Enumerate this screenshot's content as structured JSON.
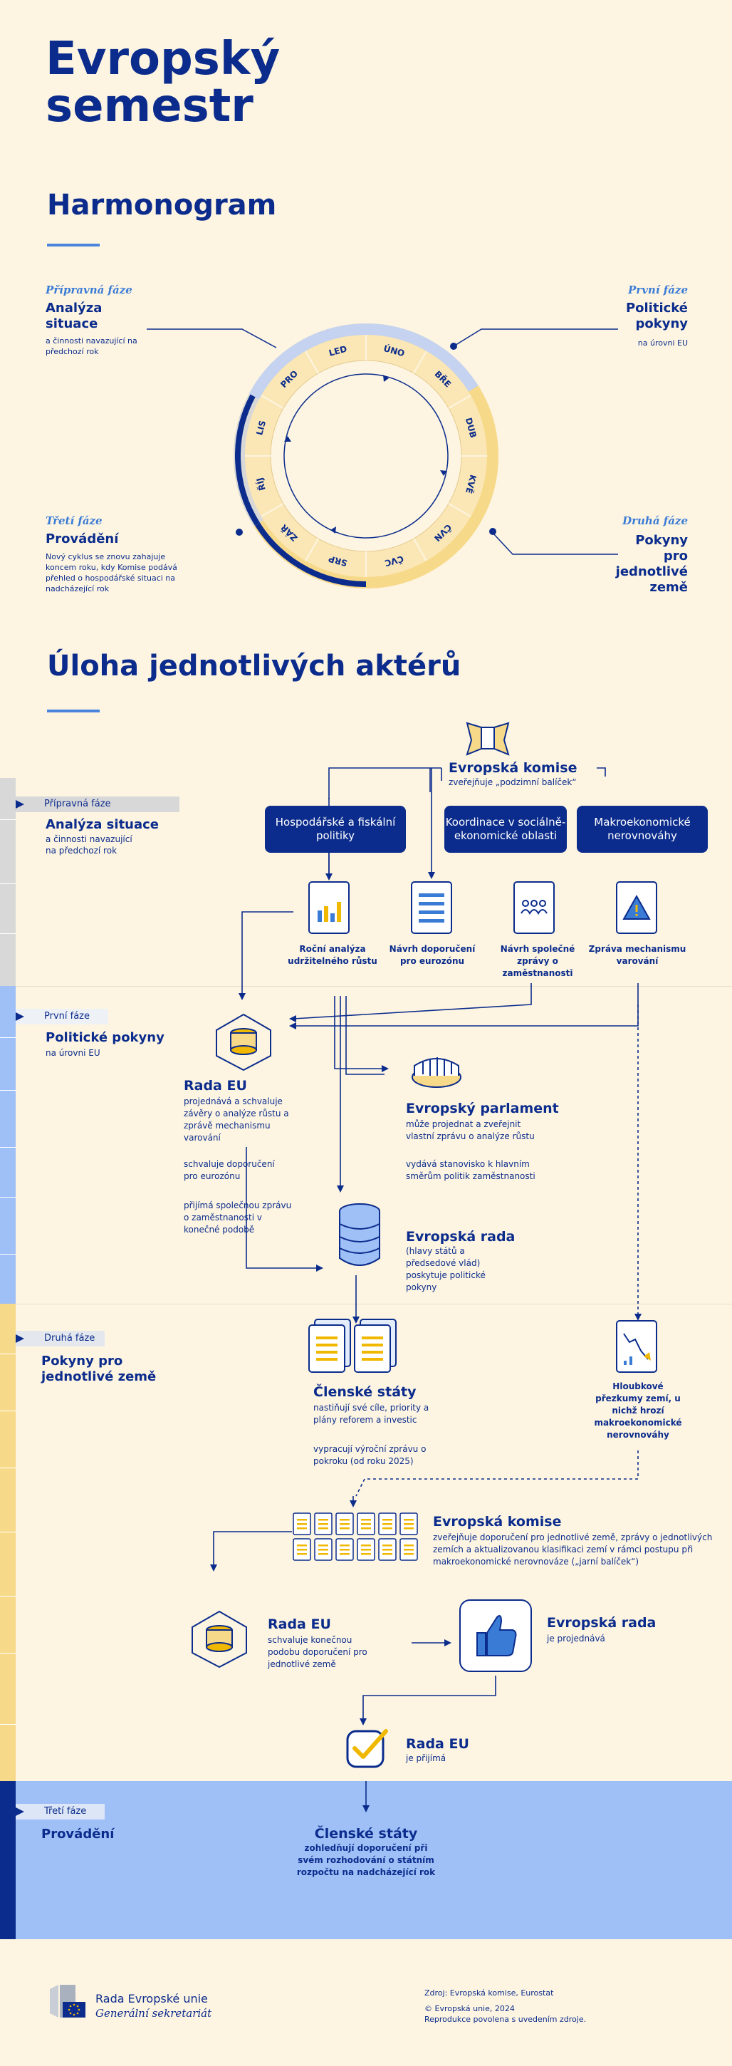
{
  "header": {
    "title_line1": "Evropský",
    "title_line2": "semestr"
  },
  "timeline": {
    "title": "Harmonogram",
    "months": [
      "LED",
      "ÚNO",
      "BŘE",
      "DUB",
      "KVĚ",
      "ČVN",
      "ČVC",
      "SRP",
      "ZÁŘ",
      "ŘÍJ",
      "LIS",
      "PRO"
    ],
    "prep": {
      "label": "Přípravná fáze",
      "title": "Analýza situace",
      "sub": "a činnosti navazující na předchozí rok"
    },
    "first": {
      "label": "První fáze",
      "title": "Politické pokyny",
      "sub": "na úrovni EU"
    },
    "second": {
      "label": "Druhá fáze",
      "title": "Pokyny pro jednotlivé země"
    },
    "third": {
      "label": "Třetí fáze",
      "title": "Provádění",
      "sub": "Nový cyklus se znovu zahajuje koncem roku, kdy Komise podává přehled o hospodářské situaci na nadcházející rok"
    }
  },
  "roles": {
    "title": "Úloha jednotlivých aktérů",
    "bands": [
      {
        "tag": "Přípravná fáze",
        "title": "Analýza situace",
        "sub": "a činnosti navazující na předchozí rok"
      },
      {
        "tag": "První fáze",
        "title": "Politické pokyny",
        "sub": "na úrovni EU"
      },
      {
        "tag": "Druhá fáze",
        "title": "Pokyny pro jednotlivé země",
        "sub": ""
      },
      {
        "tag": "Třetí fáze",
        "title": "Provádění",
        "sub": ""
      }
    ],
    "commission1": {
      "name": "Evropská komise",
      "text": "zveřejňuje „podzimní balíček“"
    },
    "boxes": [
      "Hospodářské a fiskální politiky",
      "Koordinace v sociálně-ekonomické oblasti",
      "Makroekonomické nerovnováhy"
    ],
    "docs": [
      "Roční analýza udržitelného růstu",
      "Návrh doporučení pro eurozónu",
      "Návrh společné zprávy o zaměstnanosti",
      "Zpráva mechanismu varování"
    ],
    "council1": {
      "name": "Rada EU",
      "t1": "projednává a schvaluje závěry o analýze růstu a zprávě mechanismu varování",
      "t2": "schvaluje doporučení pro eurozónu",
      "t3": "přijímá společnou zprávu o zaměstnanosti v konečné podobě"
    },
    "parliament": {
      "name": "Evropský parlament",
      "t1": "může projednat a zveřejnit vlastní zprávu o analýze růstu",
      "t2": "vydává stanovisko k hlavním směrům politik zaměstnanosti"
    },
    "euco1": {
      "name": "Evropská rada",
      "text": "(hlavy států a předsedové vlád) poskytuje politické pokyny"
    },
    "members1": {
      "name": "Členské státy",
      "t1": "nastiňují své cíle, priority a plány reforem a investic",
      "t2": "vypracují výroční zprávu o pokroku (od roku 2025)"
    },
    "indepth": {
      "text": "Hloubkové přezkumy zemí, u nichž hrozí makroekonomické nerovnováhy"
    },
    "commission2": {
      "name": "Evropská komise",
      "text": "zveřejňuje doporučení pro jednotlivé země, zprávy o jednotlivých zemích a aktualizovanou klasifikaci zemí v rámci postupu při makroekonomické nerovnováze („jarní balíček“)"
    },
    "council2": {
      "name": "Rada EU",
      "text": "schvaluje konečnou podobu doporučení pro jednotlivé země"
    },
    "euco2": {
      "name": "Evropská rada",
      "text": "je projednává"
    },
    "council3": {
      "name": "Rada EU",
      "text": "je přijímá"
    },
    "members2": {
      "name": "Členské státy",
      "text": "zohledňují doporučení při svém rozhodování o státním rozpočtu na nadcházející rok"
    }
  },
  "footer": {
    "org": "Rada Evropské unie",
    "org_sub": "Generální sekretariát",
    "source": "Zdroj: Evropská komise, Eurostat",
    "copyright": "© Evropská unie, 2024",
    "reprint": "Reprodukce povolena s uvedením zdroje."
  },
  "colors": {
    "navy": "#0b2c8c",
    "accent": "#3a7bd5",
    "cream": "#fdf5e2",
    "yellow": "#f7d98a",
    "lightblue": "#9fbff7",
    "grey": "#d8d8d8"
  }
}
